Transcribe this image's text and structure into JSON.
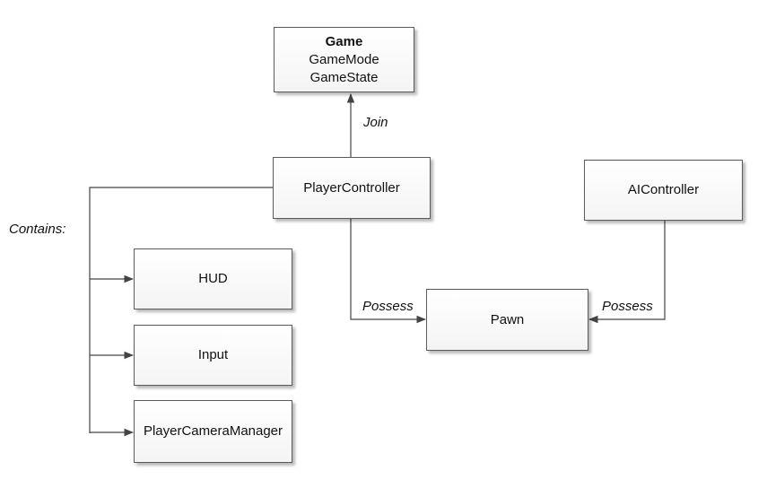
{
  "nodes": {
    "game": {
      "title": "Game",
      "line1": "GameMode",
      "line2": "GameState"
    },
    "player_controller": "PlayerController",
    "ai_controller": "AIController",
    "hud": "HUD",
    "input": "Input",
    "camera_manager": "PlayerCameraManager",
    "pawn": "Pawn"
  },
  "edges": {
    "join": "Join",
    "contains": "Contains:",
    "possess_player": "Possess",
    "possess_ai": "Possess"
  }
}
